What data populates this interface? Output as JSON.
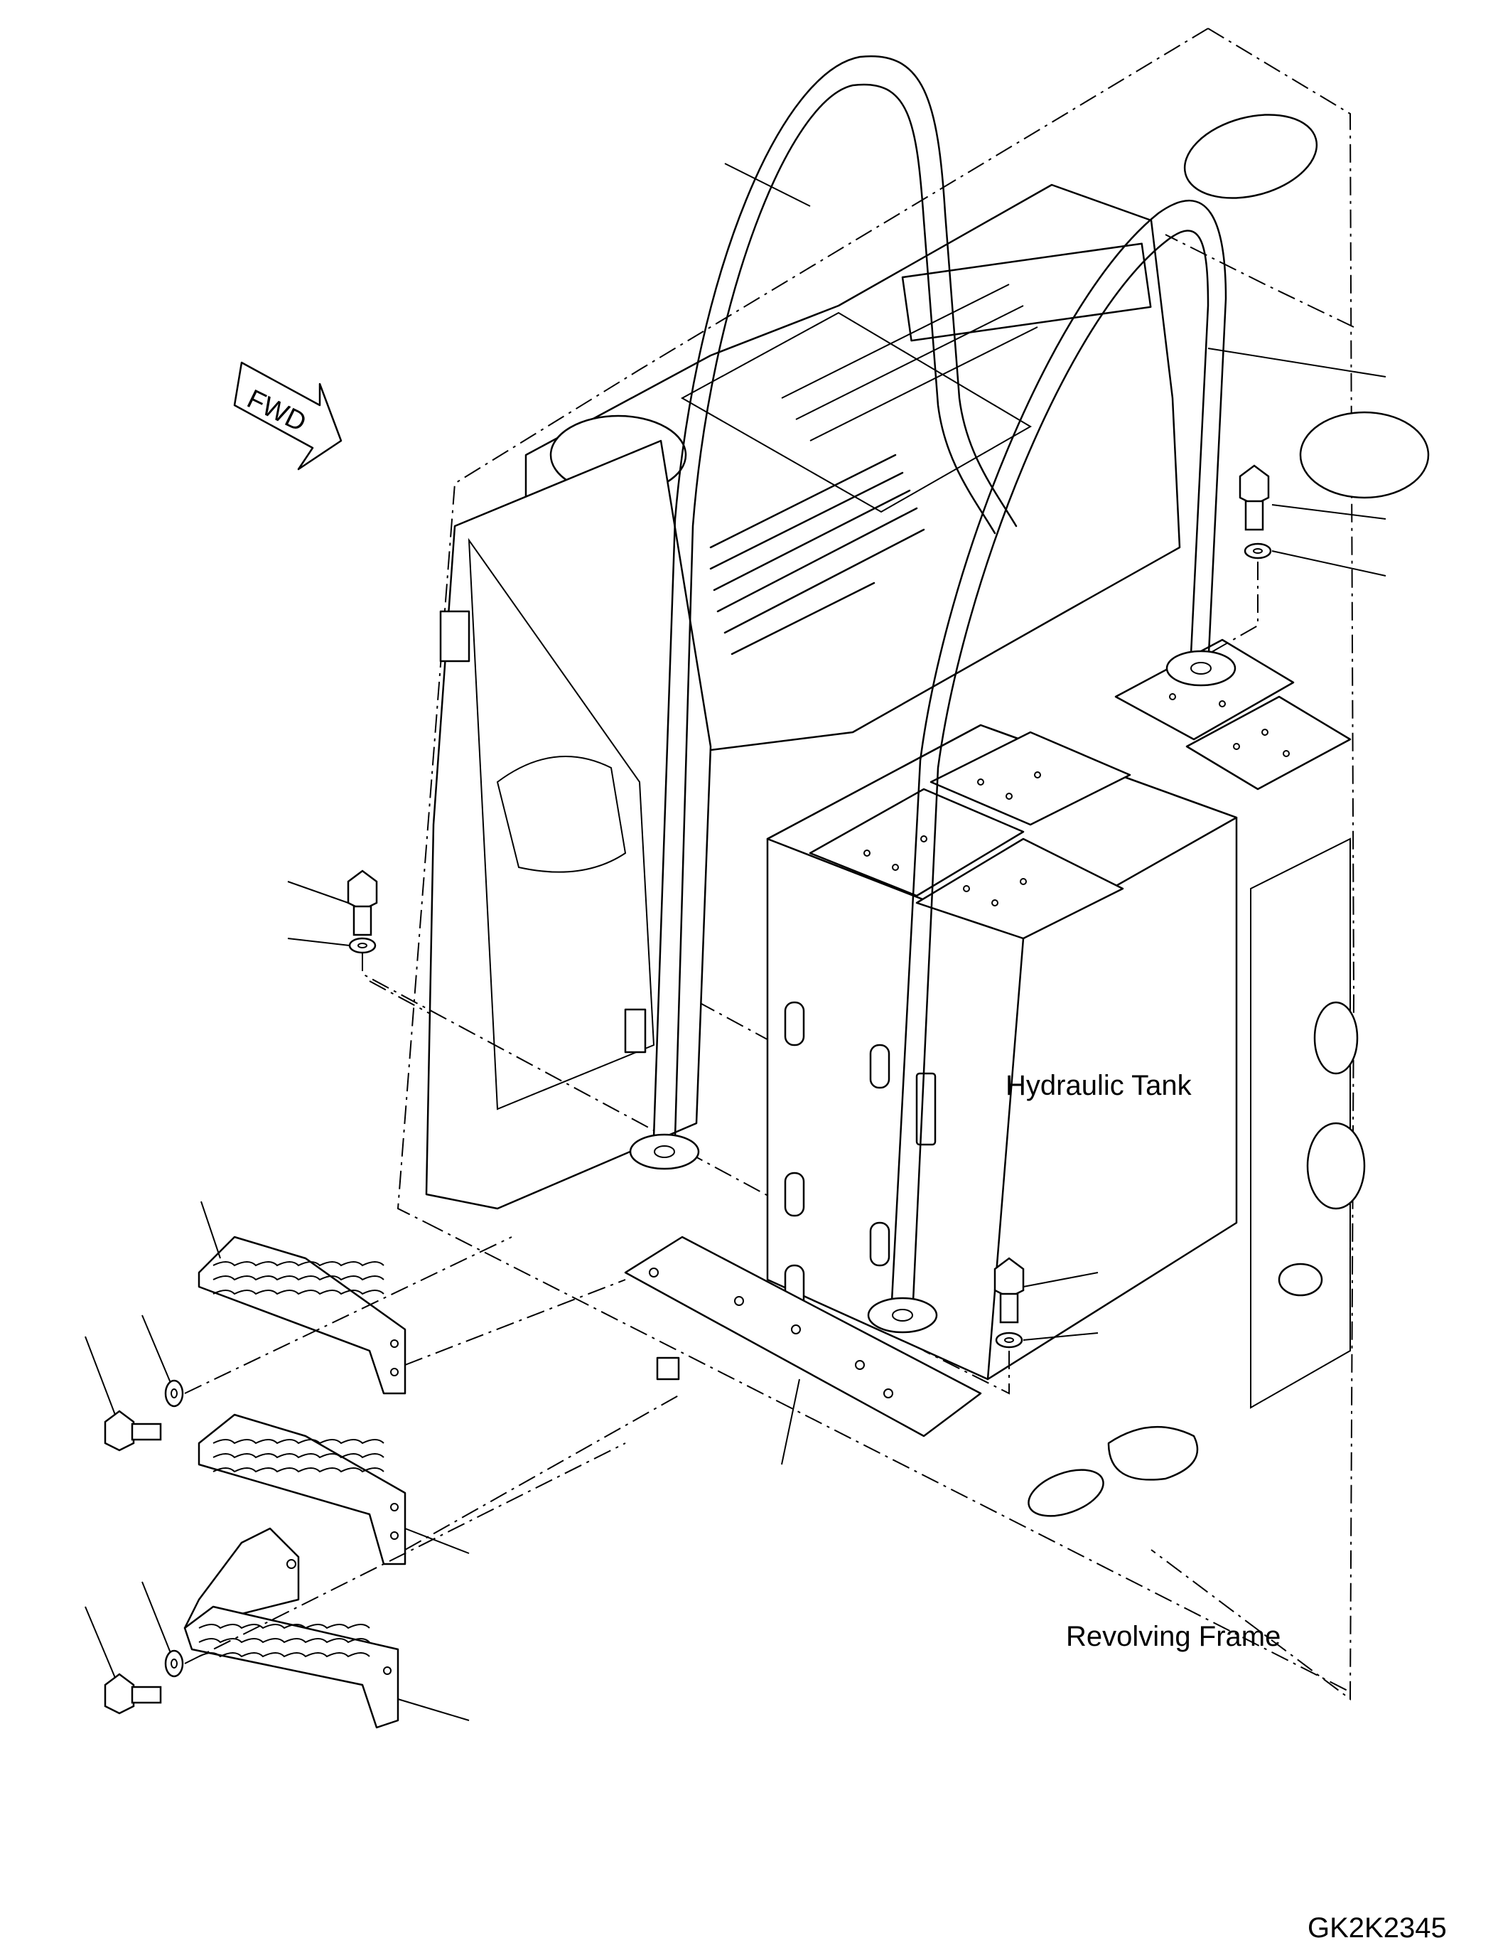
{
  "labels": {
    "fwd": "FWD",
    "hydraulic_tank": "Hydraulic Tank",
    "revolving_frame": "Revolving Frame",
    "drawing_code": "GK2K2345"
  }
}
